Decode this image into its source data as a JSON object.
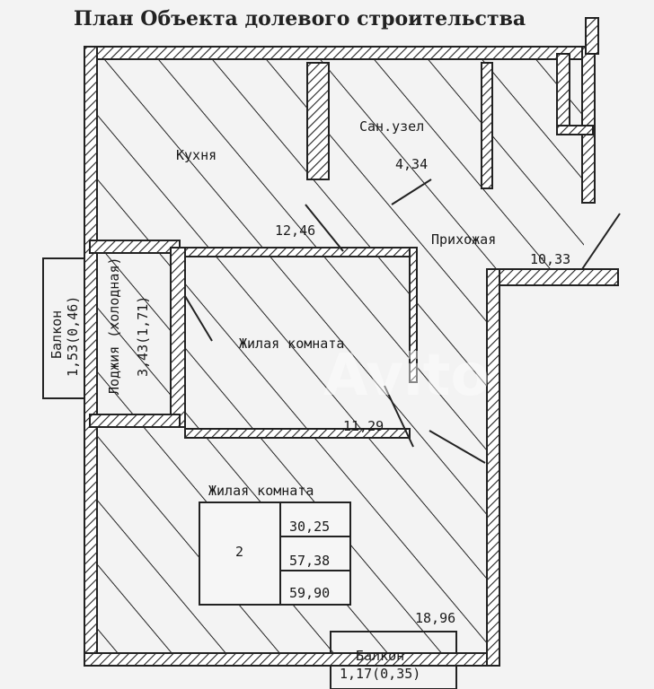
{
  "title": "План Объекта долевого строительства",
  "rooms": {
    "kitchen": {
      "name": "Кухня",
      "area": "12,46"
    },
    "bathroom": {
      "name": "Сан.узел",
      "area": "4,34"
    },
    "hallway": {
      "name": "Прихожая",
      "area": "10,33"
    },
    "living_room_1": {
      "name": "Жилая комната",
      "area": "11,29"
    },
    "living_room_2": {
      "name": "Жилая комната",
      "area": "18,96"
    },
    "loggia": {
      "name": "Лоджия (холодная)",
      "area": "3,43(1,71)"
    },
    "balcony_left": {
      "name": "Балкон",
      "area": "1,53(0,46)"
    },
    "balcony_bottom": {
      "name": "Балкон",
      "area": "1,17(0,35)"
    }
  },
  "summary_table": {
    "rooms_count": "2",
    "living_area": "30,25",
    "total_area": "57,38",
    "total_area_with_balconies": "59,90"
  },
  "watermark": "Avito"
}
